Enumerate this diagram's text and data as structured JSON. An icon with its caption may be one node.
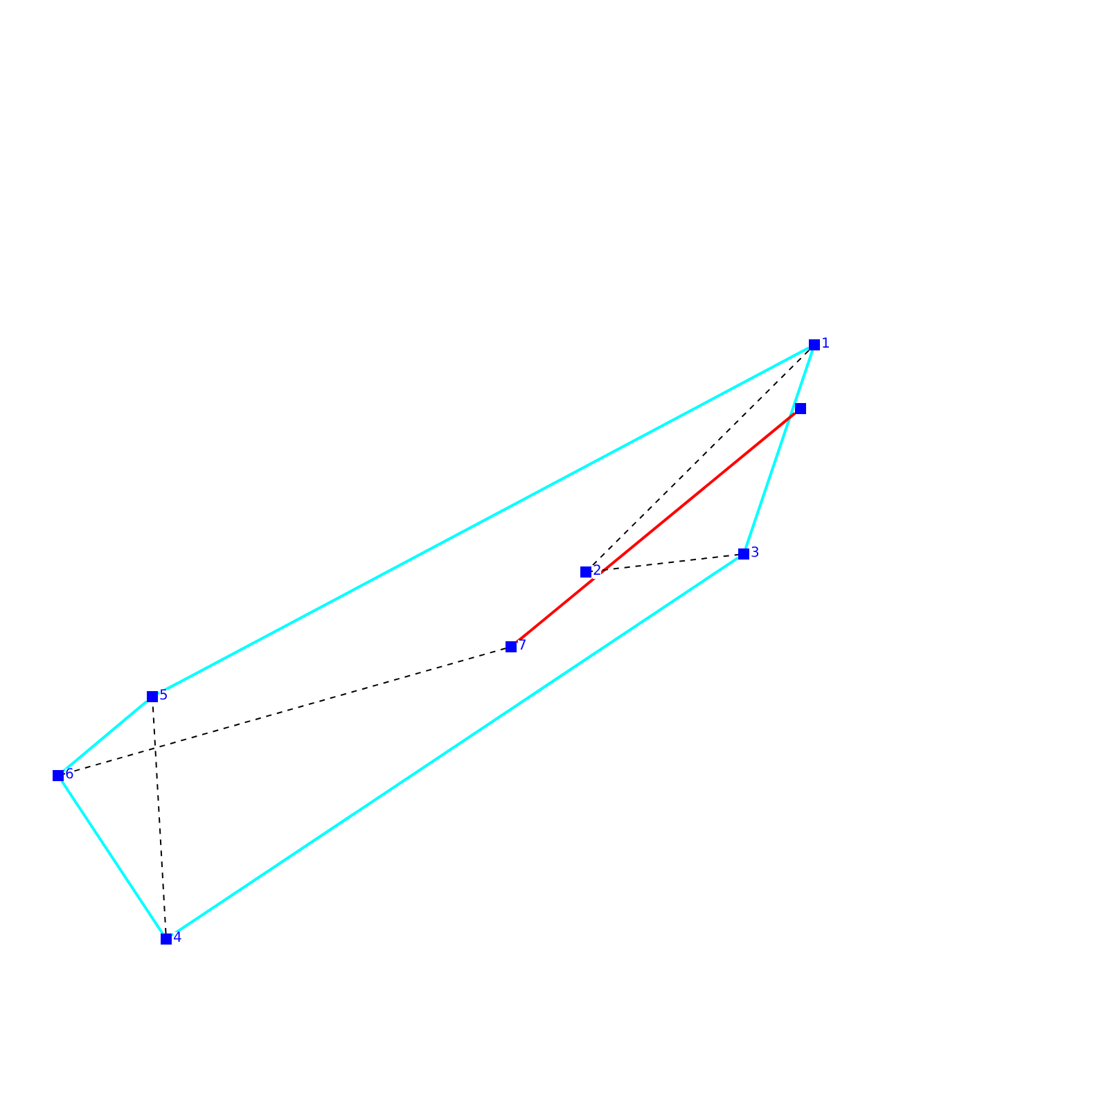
{
  "diagram": {
    "nodes": [
      {
        "text": [
          "1"
        ]
      },
      {
        "text": [],
        "shape": "box"
      },
      {
        "text": [
          "2"
        ]
      },
      {
        "text": [
          "3"
        ]
      },
      {
        "text": [
          "4"
        ]
      },
      {
        "text": [
          "5"
        ]
      },
      {
        "text": [
          "6"
        ]
      },
      {
        "text": [
          "7"
        ]
      }
    ],
    "edges": [
      {
        "from": 0,
        "to": 5,
        "arrow": "none",
        "color": "#00ffff"
      },
      {
        "from": 5,
        "to": 6,
        "arrow": "none",
        "color": "#00ffff"
      },
      {
        "from": 6,
        "to": 4,
        "arrow": "none",
        "color": "#00ffff"
      },
      {
        "from": 4,
        "to": 3,
        "arrow": "none",
        "color": "#00ffff"
      },
      {
        "from": 3,
        "to": 0,
        "arrow": "none",
        "color": "#00ffff"
      },
      {
        "from": 7,
        "to": 1,
        "arrow": "none",
        "color": "#ff0000"
      },
      {
        "from": 0,
        "to": 2,
        "arrow": "none",
        "style": "dashed",
        "color": "#000000"
      },
      {
        "from": 2,
        "to": 3,
        "arrow": "none",
        "style": "dashed",
        "color": "#000000"
      },
      {
        "from": 4,
        "to": 5,
        "arrow": "none",
        "style": "dashed",
        "color": "#000000"
      },
      {
        "from": 6,
        "to": 7,
        "arrow": "none",
        "style": "dashed",
        "color": "#000000"
      }
    ]
  }
}
